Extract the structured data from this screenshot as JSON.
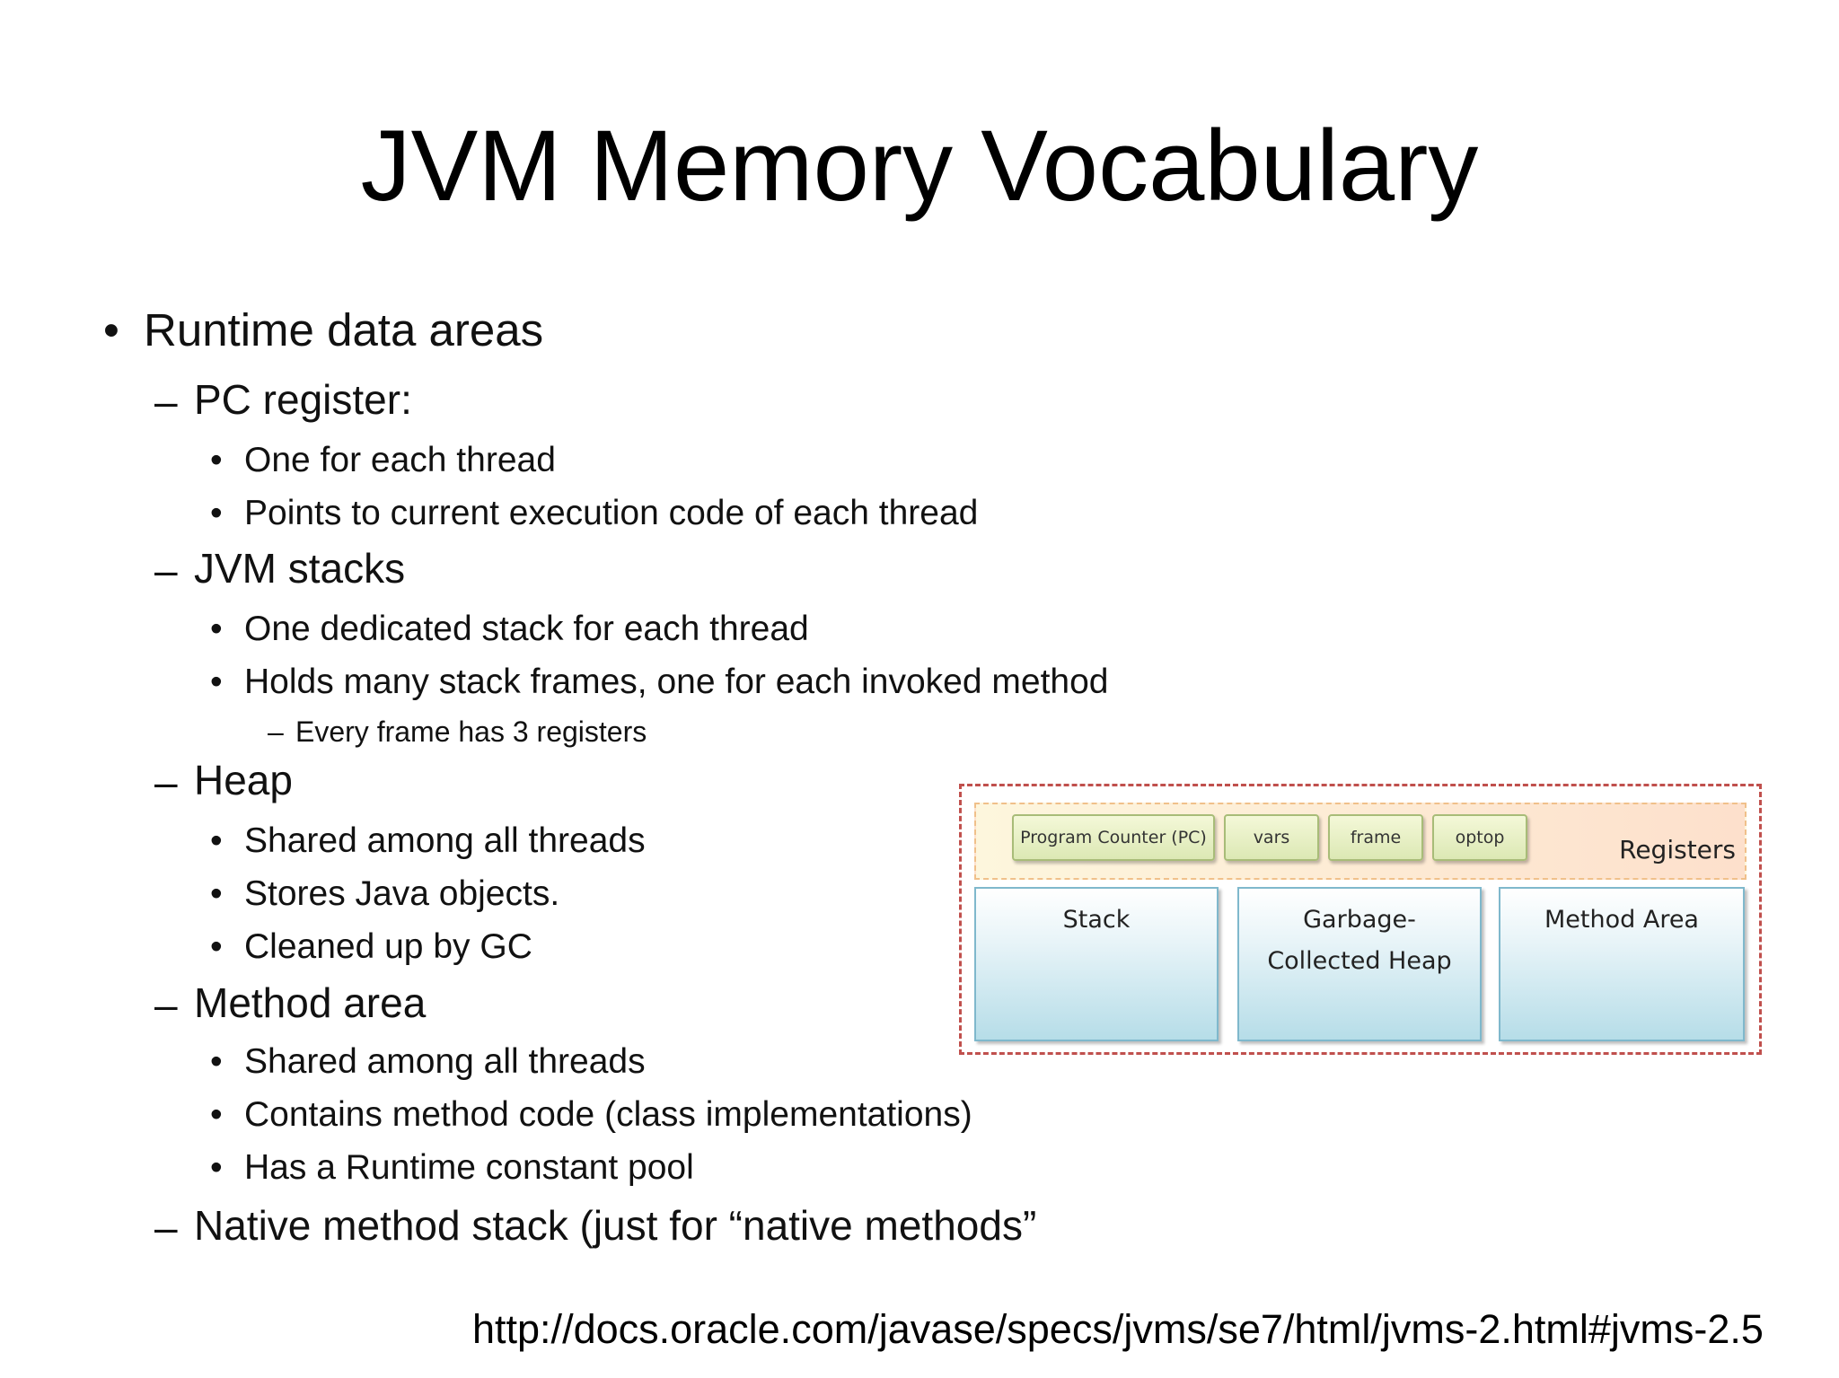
{
  "slide": {
    "title": "JVM Memory Vocabulary",
    "bullets": {
      "runtime": "Runtime data areas",
      "pc": "PC register:",
      "pc_1": "One for each thread",
      "pc_2": "Points to current execution code of each thread",
      "stacks": "JVM stacks",
      "stacks_1": "One dedicated stack for each thread",
      "stacks_2": "Holds many stack frames, one for each invoked method",
      "stacks_2a": "Every frame has 3 registers",
      "heap": "Heap",
      "heap_1": "Shared among all threads",
      "heap_2": "Stores Java objects.",
      "heap_3": "Cleaned up by GC",
      "method": "Method area",
      "method_1": "Shared among all threads",
      "method_2": "Contains method code (class implementations)",
      "method_3": "Has a Runtime constant pool",
      "native": "Native method stack (just for “native methods”"
    },
    "markers": {
      "bullet": "•",
      "dash": "–"
    },
    "source_url": "http://docs.oracle.com/javase/specs/jvms/se7/html/jvms-2.html#jvms-2.5"
  },
  "diagram": {
    "registers_label": "Registers",
    "registers": [
      "Program Counter (PC)",
      "vars",
      "frame",
      "optop"
    ],
    "areas": {
      "stack": "Stack",
      "heap_line1": "Garbage-",
      "heap_line2": "Collected Heap",
      "method_area": "Method Area"
    },
    "colors": {
      "outer_border": "#c0504d",
      "register_fill": "#dce8b4",
      "area_fill": "#b6dde8"
    }
  }
}
